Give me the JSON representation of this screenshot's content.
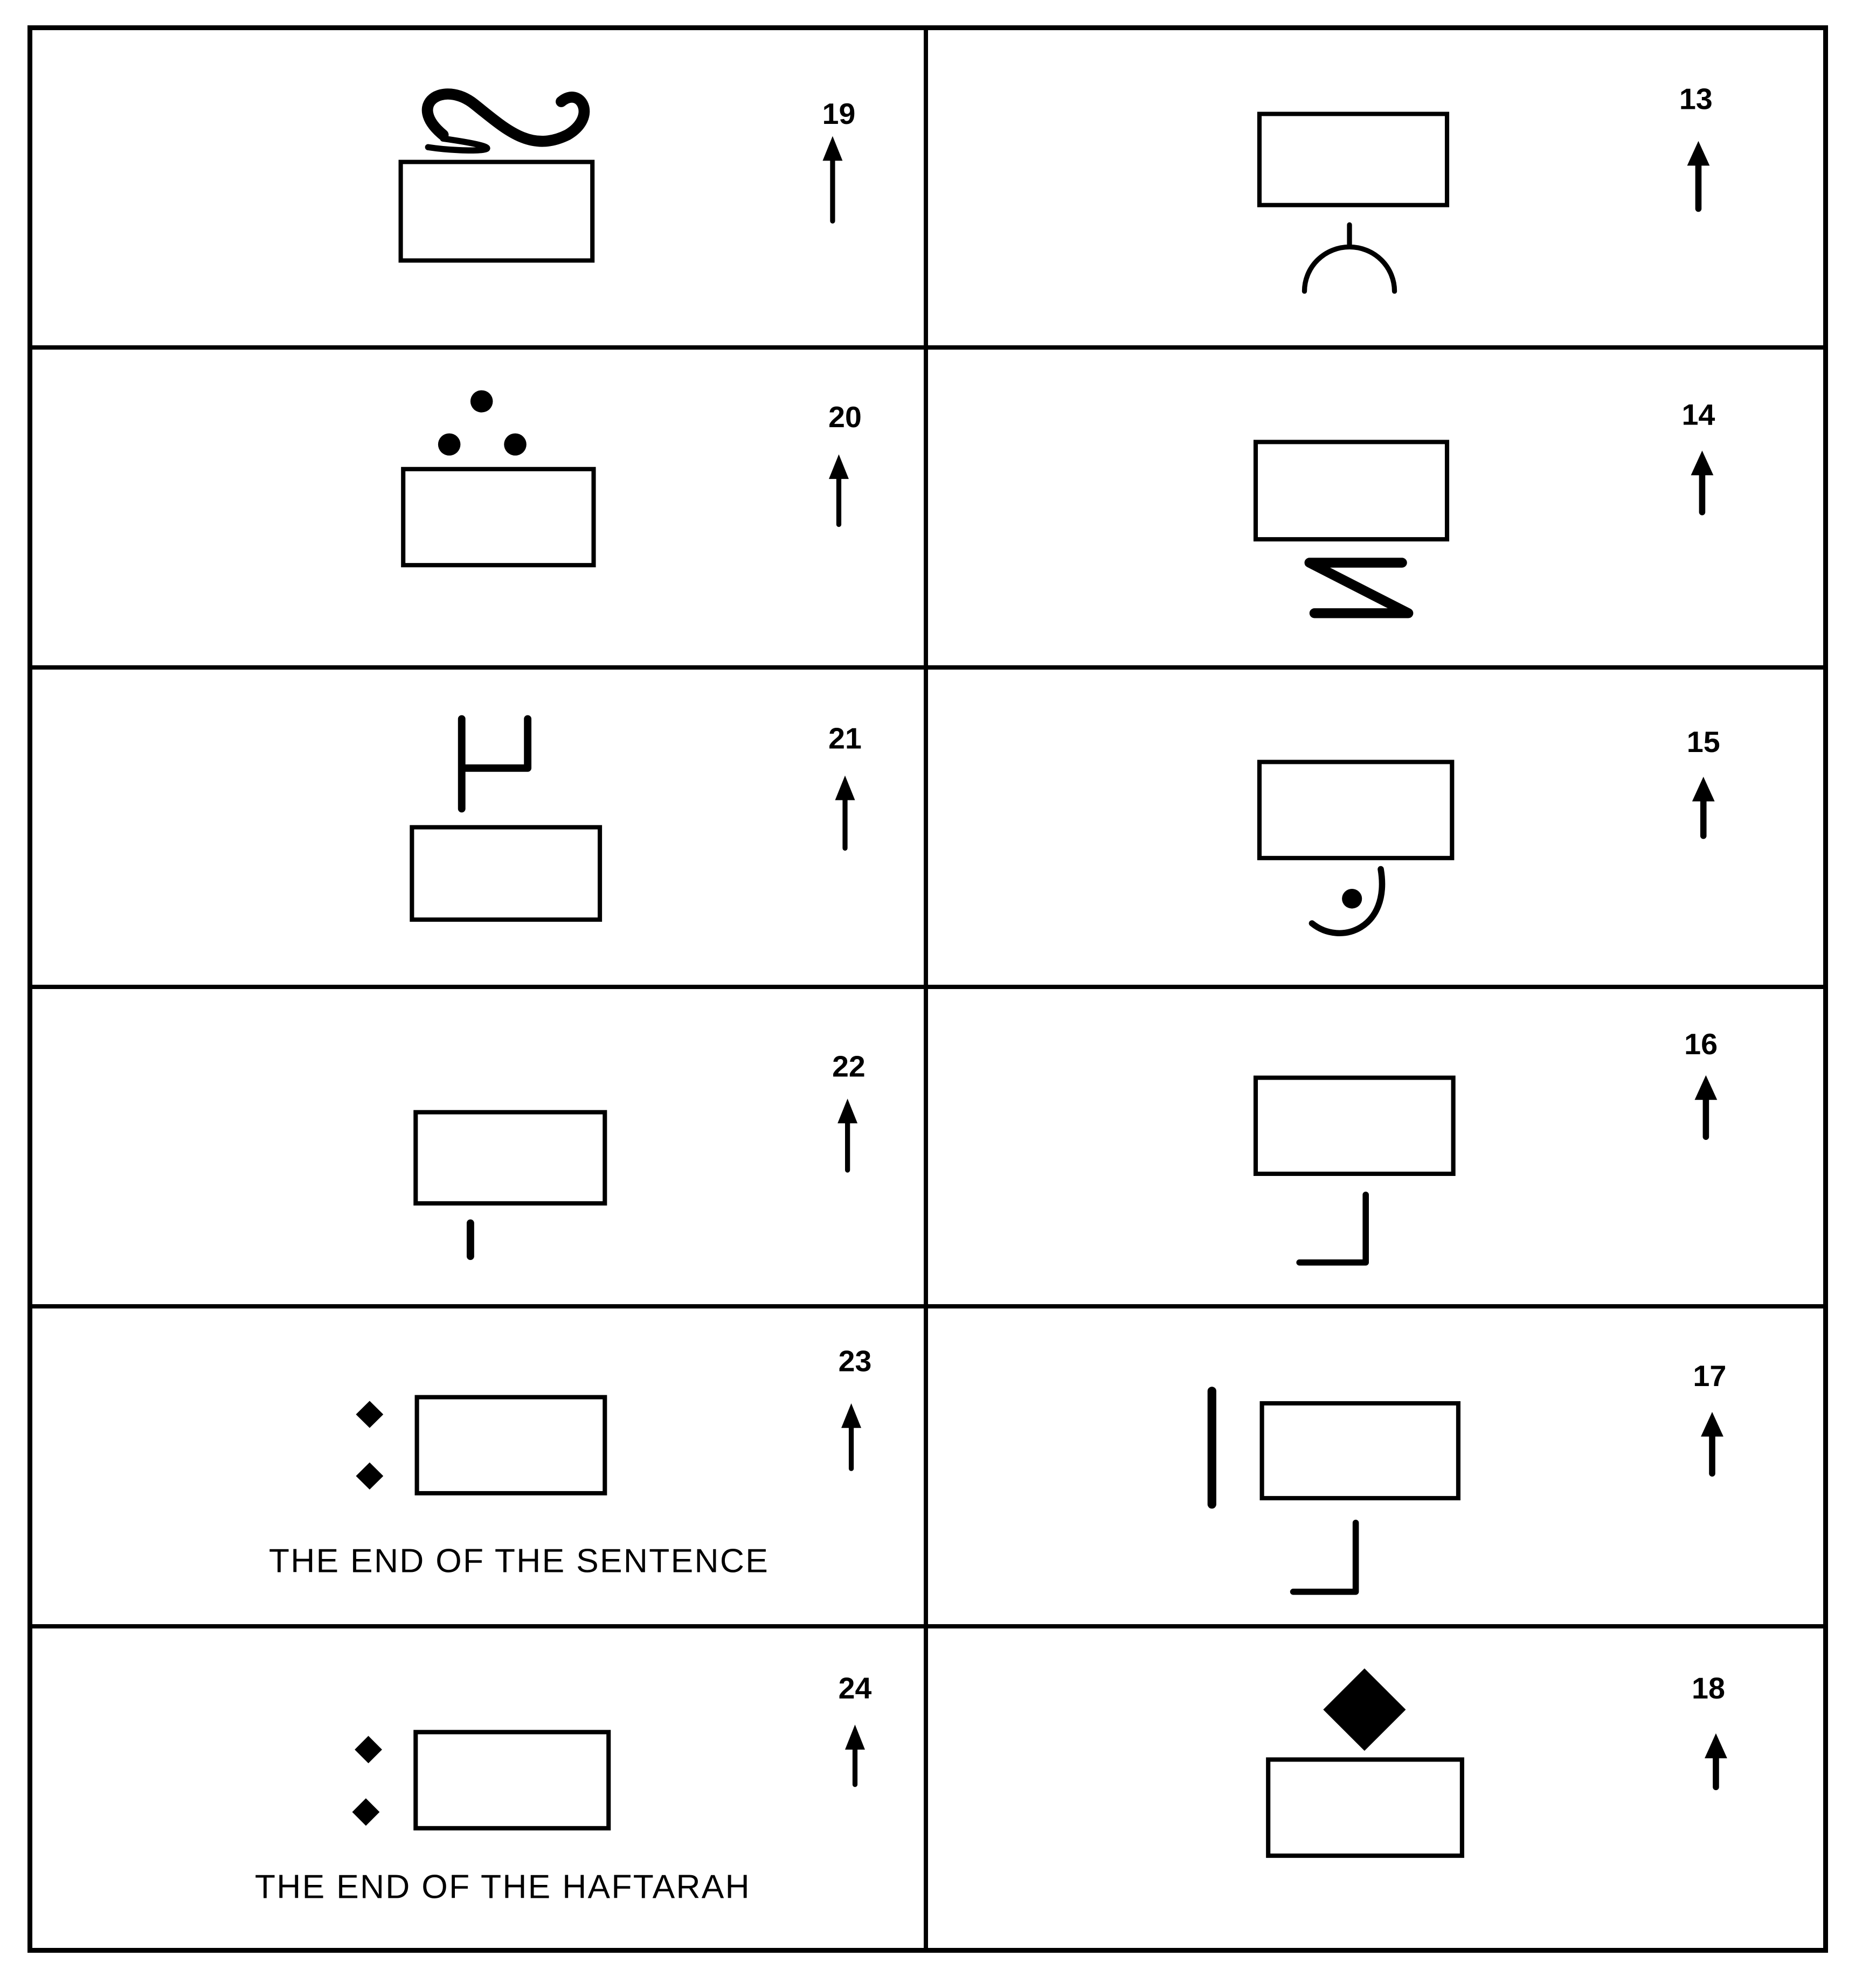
{
  "cells": [
    {
      "number": "19",
      "symbol": "squiggle-above"
    },
    {
      "number": "13",
      "symbol": "arc-below"
    },
    {
      "number": "20",
      "symbol": "three-dots-above"
    },
    {
      "number": "14",
      "symbol": "zigzag-below"
    },
    {
      "number": "21",
      "symbol": "h-shape-above"
    },
    {
      "number": "15",
      "symbol": "dotted-curve-below"
    },
    {
      "number": "22",
      "symbol": "short-stroke-below"
    },
    {
      "number": "16",
      "symbol": "l-shape-below"
    },
    {
      "number": "23",
      "symbol": "two-diamonds-left",
      "caption": "THE END OF THE SENTENCE"
    },
    {
      "number": "17",
      "symbol": "bar-left-l-shape-below"
    },
    {
      "number": "24",
      "symbol": "two-diamonds-left",
      "caption": "THE END OF THE HAFTARAH"
    },
    {
      "number": "18",
      "symbol": "diamond-above"
    }
  ]
}
